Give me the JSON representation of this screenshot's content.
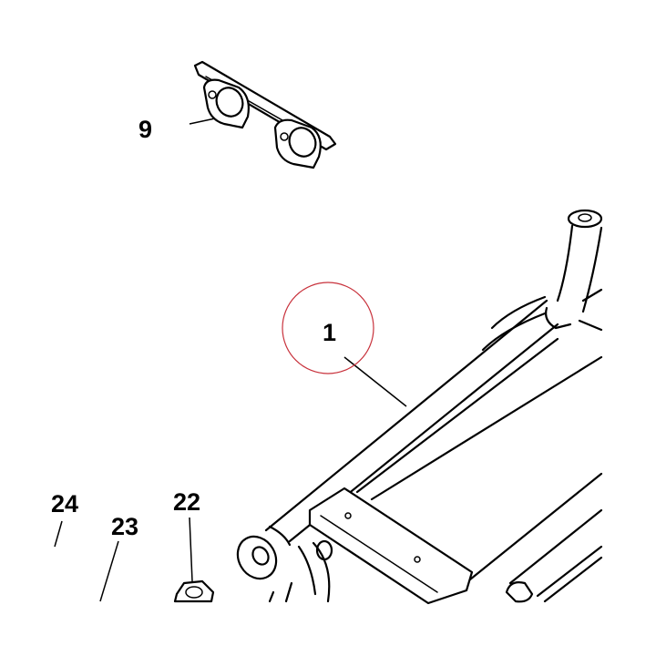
{
  "labels": {
    "part_9": "9",
    "part_1": "1",
    "part_24": "24",
    "part_23": "23",
    "part_22": "22"
  },
  "highlight_circle": {
    "color": "#c8323c",
    "around_label": "1"
  }
}
